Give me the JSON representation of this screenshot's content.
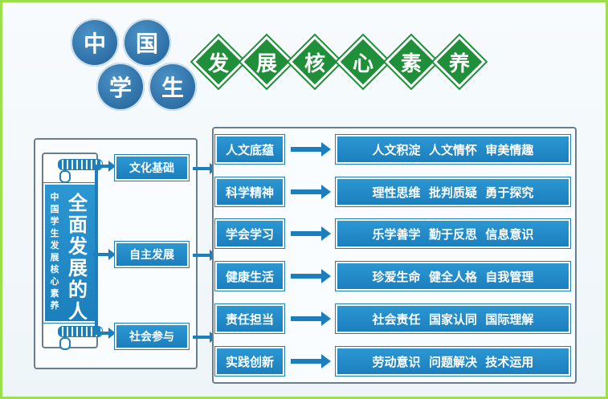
{
  "header": {
    "circles": [
      "中",
      "国",
      "学",
      "生"
    ],
    "diamonds": [
      "发",
      "展",
      "核",
      "心",
      "素",
      "养"
    ]
  },
  "core": {
    "main": [
      "全",
      "面",
      "发",
      "展",
      "的",
      "人"
    ],
    "sub": [
      "中",
      "国",
      "学",
      "生",
      "发",
      "展",
      "核",
      "心",
      "素",
      "养"
    ]
  },
  "aspects": [
    "文化基础",
    "自主发展",
    "社会参与"
  ],
  "competencies": [
    "人文底蕴",
    "科学精神",
    "学会学习",
    "健康生活",
    "责任担当",
    "实践创新"
  ],
  "points": [
    "人文积淀  人文情怀  审美情趣",
    "理性思维  批判质疑  勇于探究",
    "乐学善学  勤于反思  信息意识",
    "珍爱生命  健全人格  自我管理",
    "社会责任  国家认同  国际理解",
    "劳动意识  问题解决  技术运用"
  ],
  "colors": {
    "blue": "#1c7fbd",
    "green": "#1f8f3a",
    "frame": "#9be04a"
  }
}
